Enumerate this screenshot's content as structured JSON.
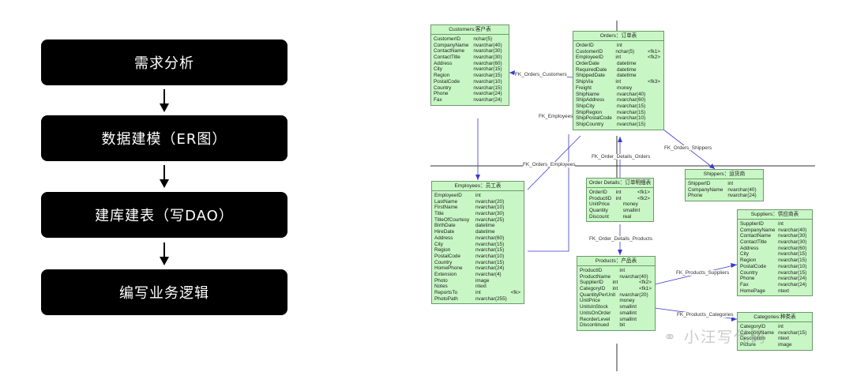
{
  "flow": {
    "steps": [
      "需求分析",
      "数据建模（ER图）",
      "建库建表（写DAO）",
      "编写业务逻辑"
    ]
  },
  "er": {
    "tables": {
      "customers": {
        "title": "Customers:客户表",
        "rows": [
          [
            "CustomerID",
            "nchar(5)",
            ""
          ],
          [
            "CompanyName",
            "nvarchar(40)",
            ""
          ],
          [
            "ContactName",
            "nvarchar(30)",
            ""
          ],
          [
            "ContactTitle",
            "nvarchar(30)",
            ""
          ],
          [
            "Address",
            "nvarchar(60)",
            ""
          ],
          [
            "City",
            "nvarchar(15)",
            ""
          ],
          [
            "Region",
            "nvarchar(15)",
            ""
          ],
          [
            "PostalCode",
            "nvarchar(10)",
            ""
          ],
          [
            "Country",
            "nvarchar(15)",
            ""
          ],
          [
            "Phone",
            "nvarchar(24)",
            ""
          ],
          [
            "Fax",
            "nvarchar(24)",
            ""
          ]
        ]
      },
      "orders": {
        "title": "Orders：订单表",
        "rows": [
          [
            "OrderID",
            "int",
            ""
          ],
          [
            "CustomerID",
            "nchar(5)",
            "<fk1>"
          ],
          [
            "EmployeeID",
            "int",
            "<fk2>"
          ],
          [
            "OrderDate",
            "datetime",
            ""
          ],
          [
            "RequiredDate",
            "datetime",
            ""
          ],
          [
            "ShippedDate",
            "datetime",
            ""
          ],
          [
            "ShipVia",
            "int",
            "<fk3>"
          ],
          [
            "Freight",
            "money",
            ""
          ],
          [
            "ShipName",
            "nvarchar(40)",
            ""
          ],
          [
            "ShipAddress",
            "nvarchar(60)",
            ""
          ],
          [
            "ShipCity",
            "nvarchar(15)",
            ""
          ],
          [
            "ShipRegion",
            "nvarchar(15)",
            ""
          ],
          [
            "ShipPostalCode",
            "nvarchar(10)",
            ""
          ],
          [
            "ShipCountry",
            "nvarchar(15)",
            ""
          ]
        ]
      },
      "shippers": {
        "title": "Shippers：运货商",
        "rows": [
          [
            "ShipperID",
            "int",
            ""
          ],
          [
            "CompanyName",
            "nvarchar(40)",
            ""
          ],
          [
            "Phone",
            "nvarchar(24)",
            ""
          ]
        ]
      },
      "employees": {
        "title": "Employees：员工表",
        "rows": [
          [
            "EmployeeID",
            "int",
            ""
          ],
          [
            "LastName",
            "nvarchar(20)",
            ""
          ],
          [
            "FirstName",
            "nvarchar(10)",
            ""
          ],
          [
            "Title",
            "nvarchar(30)",
            ""
          ],
          [
            "TitleOfCourtesy",
            "nvarchar(25)",
            ""
          ],
          [
            "BirthDate",
            "datetime",
            ""
          ],
          [
            "HireDate",
            "datetime",
            ""
          ],
          [
            "Address",
            "nvarchar(60)",
            ""
          ],
          [
            "City",
            "nvarchar(15)",
            ""
          ],
          [
            "Region",
            "nvarchar(15)",
            ""
          ],
          [
            "PostalCode",
            "nvarchar(10)",
            ""
          ],
          [
            "Country",
            "nvarchar(15)",
            ""
          ],
          [
            "HomePhone",
            "nvarchar(24)",
            ""
          ],
          [
            "Extension",
            "nvarchar(4)",
            ""
          ],
          [
            "Photo",
            "image",
            ""
          ],
          [
            "Notes",
            "ntext",
            ""
          ],
          [
            "ReportsTo",
            "int",
            "<fk>"
          ],
          [
            "PhotoPath",
            "nvarchar(255)",
            ""
          ]
        ]
      },
      "order_details": {
        "title": "Order Details：订单明细表",
        "rows": [
          [
            "OrderID",
            "int",
            "<fk1>"
          ],
          [
            "ProductID",
            "int",
            "<fk2>"
          ],
          [
            "UnitPrice",
            "money",
            ""
          ],
          [
            "Quantity",
            "smallint",
            ""
          ],
          [
            "Discount",
            "real",
            ""
          ]
        ]
      },
      "suppliers": {
        "title": "Suppliers：供应商表",
        "rows": [
          [
            "SupplierID",
            "int",
            ""
          ],
          [
            "CompanyName",
            "nvarchar(40)",
            ""
          ],
          [
            "ContactName",
            "nvarchar(30)",
            ""
          ],
          [
            "ContactTitle",
            "nvarchar(30)",
            ""
          ],
          [
            "Address",
            "nvarchar(60)",
            ""
          ],
          [
            "City",
            "nvarchar(15)",
            ""
          ],
          [
            "Region",
            "nvarchar(15)",
            ""
          ],
          [
            "PostalCode",
            "nvarchar(10)",
            ""
          ],
          [
            "Country",
            "nvarchar(15)",
            ""
          ],
          [
            "Phone",
            "nvarchar(24)",
            ""
          ],
          [
            "Fax",
            "nvarchar(24)",
            ""
          ],
          [
            "HomePage",
            "ntext",
            ""
          ]
        ]
      },
      "products": {
        "title": "Products：产品表",
        "rows": [
          [
            "ProductID",
            "int",
            ""
          ],
          [
            "ProductName",
            "nvarchar(40)",
            ""
          ],
          [
            "SupplierID",
            "int",
            "<fk2>"
          ],
          [
            "CategoryID",
            "int",
            "<fk1>"
          ],
          [
            "QuantityPerUnit",
            "nvarchar(20)",
            ""
          ],
          [
            "UnitPrice",
            "money",
            ""
          ],
          [
            "UnitsInStock",
            "smallint",
            ""
          ],
          [
            "UnitsOnOrder",
            "smallint",
            ""
          ],
          [
            "ReorderLevel",
            "smallint",
            ""
          ],
          [
            "Discontinued",
            "bit",
            ""
          ]
        ]
      },
      "categories": {
        "title": "Categories:种类表",
        "rows": [
          [
            "CategoryID",
            "int",
            ""
          ],
          [
            "CategoryName",
            "nvarchar(15)",
            ""
          ],
          [
            "Description",
            "ntext",
            ""
          ],
          [
            "Picture",
            "image",
            ""
          ]
        ]
      }
    },
    "relations": {
      "orders_customers": "FK_Orders_Customers",
      "employees": "FK_Employees",
      "orders_employees": "FK_Orders_Employees",
      "orders_shippers": "FK_Orders_Shippers",
      "order_details_orders": "FK_Order_Details_Orders",
      "order_details_products": "FK_Order_Details_Products",
      "products_suppliers": "FK_Products_Suppliers",
      "products_categories": "FK_Products_Categories"
    },
    "colors": {
      "table_fill": "#c8f7c5",
      "line": "#3a3ad0"
    }
  },
  "watermark": "小汪写代码"
}
